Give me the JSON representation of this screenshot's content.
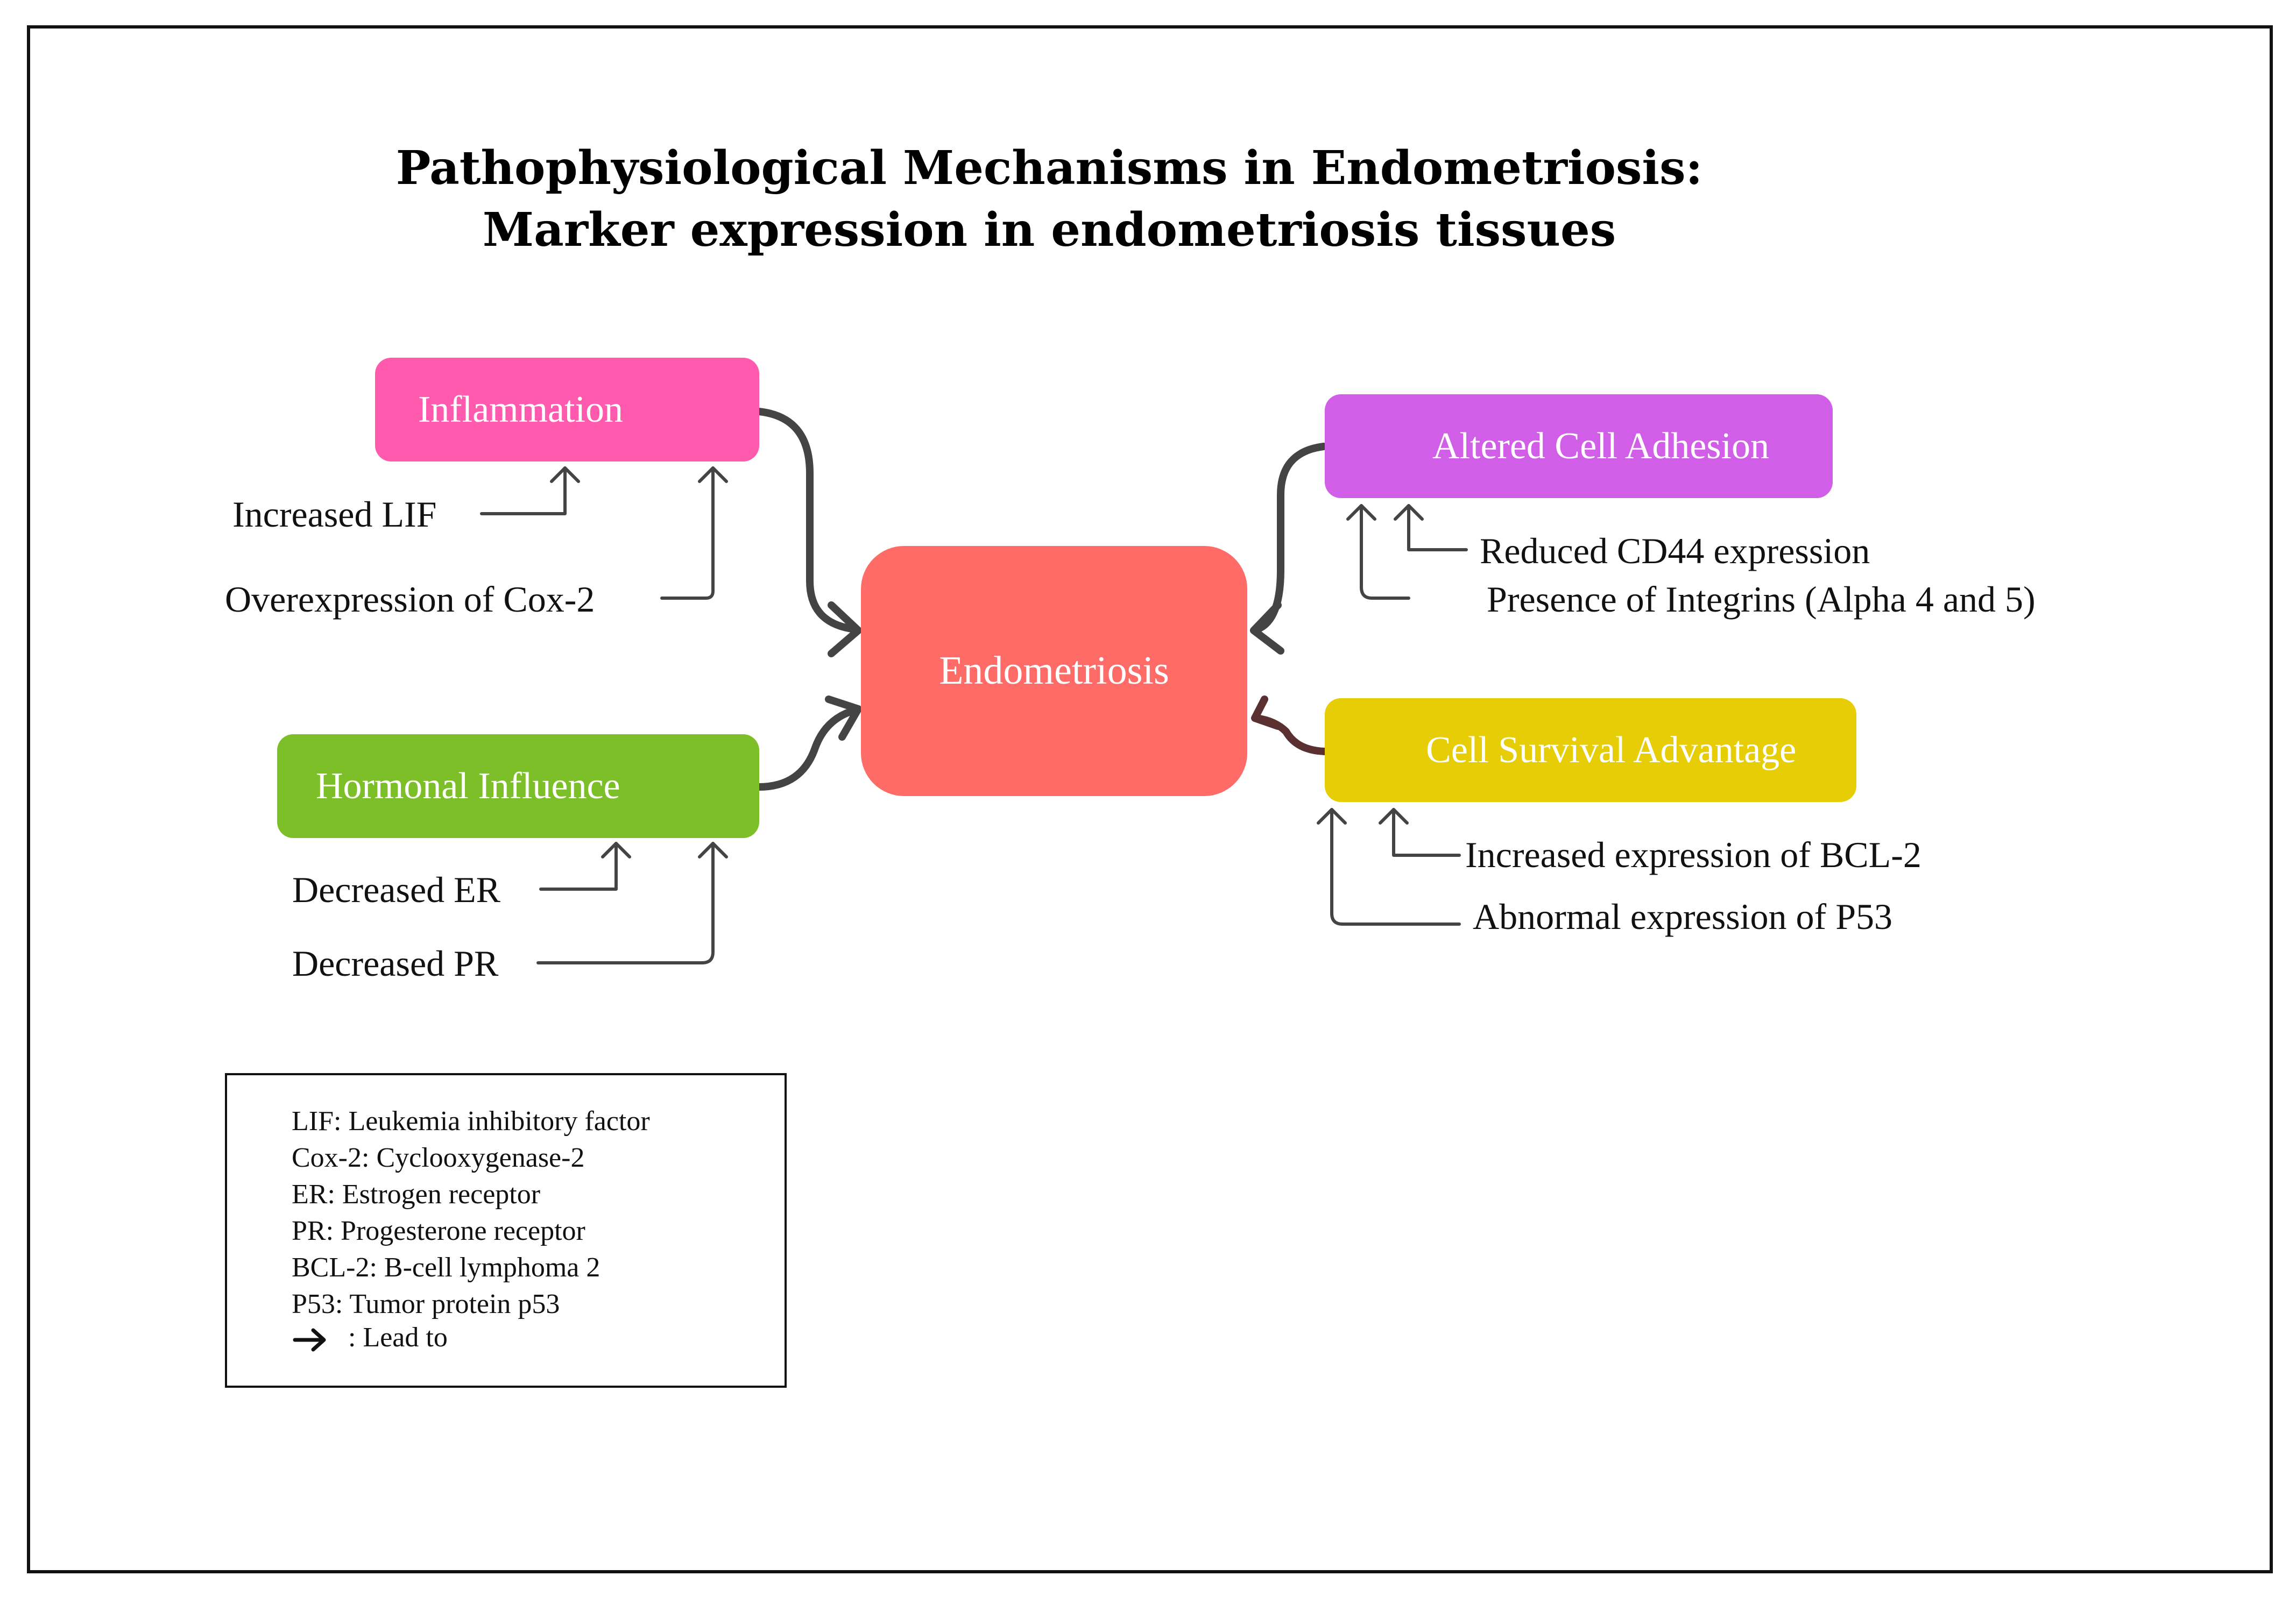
{
  "title": {
    "line1": "Pathophysiological Mechanisms in Endometriosis:",
    "line2": "Marker expression in endometriosis tissues"
  },
  "nodes": {
    "center": {
      "label": "Endometriosis",
      "color": "#ff6b66"
    },
    "inflammation": {
      "label": "Inflammation",
      "color": "#ff5aae"
    },
    "hormonal": {
      "label": "Hormonal Influence",
      "color": "#7dbf28"
    },
    "adhesion": {
      "label": "Altered Cell Adhesion",
      "color": "#d05ee6"
    },
    "survival": {
      "label": "Cell Survival Advantage",
      "color": "#e6cd05"
    }
  },
  "markers": {
    "inflammation": [
      "Increased LIF",
      "Overexpression of Cox-2"
    ],
    "hormonal": [
      "Decreased ER",
      "Decreased PR"
    ],
    "adhesion": [
      "Reduced CD44 expression",
      "Presence of Integrins (Alpha 4 and  5)"
    ],
    "survival": [
      "Increased expression of BCL-2",
      "Abnormal expression of P53"
    ]
  },
  "legend": {
    "entries": [
      "LIF: Leukemia inhibitory factor",
      "Cox-2: Cyclooxygenase-2",
      "ER: Estrogen receptor",
      "PR: Progesterone receptor",
      "BCL-2: B-cell lymphoma 2",
      "P53: Tumor protein p53"
    ],
    "arrow_label": ": Lead to",
    "arrow_icon": "right-arrow-icon"
  },
  "colors": {
    "connector": "#444444",
    "survival_connector": "#5a3030",
    "frame": "#111111"
  }
}
